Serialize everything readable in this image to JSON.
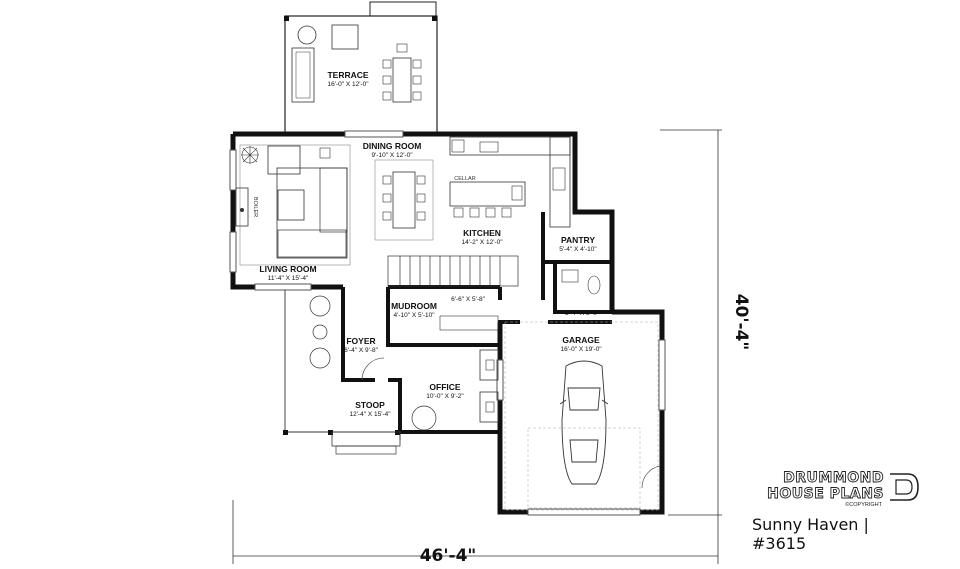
{
  "rooms": {
    "terrace": {
      "name": "TERRACE",
      "dims": "16'-0\" X 12'-0\""
    },
    "dining": {
      "name": "DINING ROOM",
      "dims": "9'-10\" X 12'-0\""
    },
    "kitchen": {
      "name": "KITCHEN",
      "dims": "14'-2\" X 12'-0\""
    },
    "pantry": {
      "name": "PANTRY",
      "dims": "5'-4\" X 4'-10\""
    },
    "living": {
      "name": "LIVING ROOM",
      "dims": "11'-4\" X 15'-4\""
    },
    "mudroom": {
      "name": "MUDROOM",
      "dims": "4'-10\" X 5'-10\""
    },
    "hall": {
      "dims": "6'-6\" X 5'-8\""
    },
    "bath": {
      "dims": "5'-4\" X 8'-0\""
    },
    "foyer": {
      "name": "FOYER",
      "dims": "6'-4\" X 9'-8\""
    },
    "office": {
      "name": "OFFICE",
      "dims": "10'-0\" X 9'-2\""
    },
    "stoop": {
      "name": "STOOP",
      "dims": "12'-4\" X 15'-4\""
    },
    "garage": {
      "name": "GARAGE",
      "dims": "16'-0\" X 19'-0\""
    }
  },
  "labels": {
    "cellar": "CELLAR",
    "boiler": "BOILER"
  },
  "dimensions": {
    "width": "46'-4\"",
    "depth": "40'-4\""
  },
  "branding": {
    "line1": "DRUMMOND",
    "line2": "HOUSE PLANS",
    "copyright": "©COPYRIGHT"
  },
  "plan_title": "Sunny Haven | #3615"
}
